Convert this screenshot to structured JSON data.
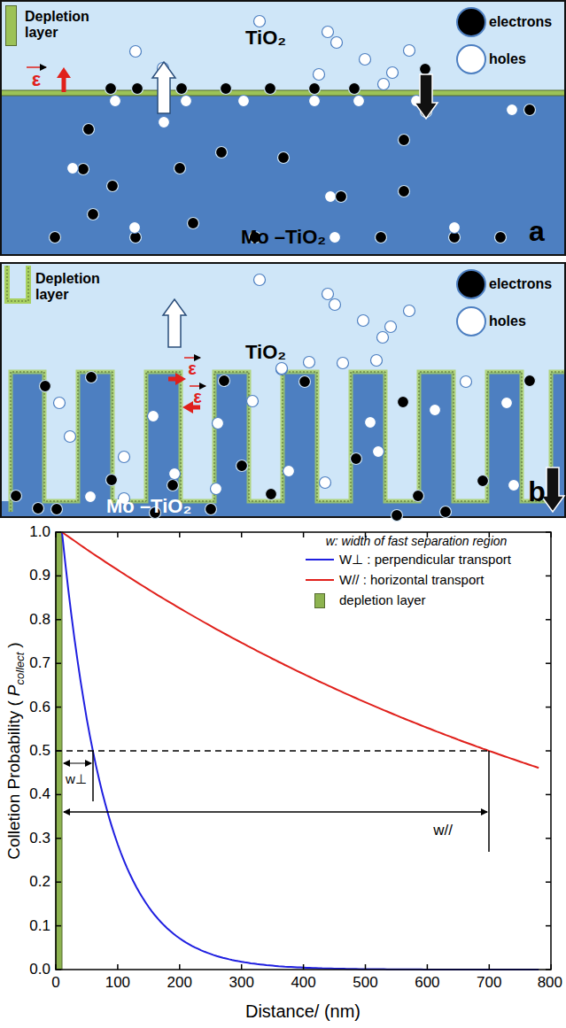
{
  "diagram": {
    "labels": [
      "TiO₂",
      "Mo –TiO₂",
      "ε",
      "a",
      "TiO₂",
      "Mo –TiO₂",
      "ε",
      "ε",
      "b",
      "w: width of fast separation region",
      "Colletion Probability (",
      "P",
      "collect",
      ")",
      "Distance/ (nm)",
      "0",
      "100",
      "200",
      "300",
      "400",
      "500",
      "600",
      "700",
      "800",
      "0.0",
      "0.1",
      "0.2",
      "0.3",
      "0.4",
      "0.5",
      "0.6",
      "0.7",
      "0.8",
      "0.9",
      "1.0",
      "w⊥",
      "w//"
    ],
    "legend": [
      {
        "text": "Depletion layer",
        "color": "#9cc257"
      },
      {
        "text": "electrons"
      },
      {
        "text": "holes"
      },
      {
        "text": "Depletion layer"
      },
      {
        "text": "electrons"
      },
      {
        "text": "holes"
      },
      {
        "text": "W⊥ : perpendicular transport"
      },
      {
        "text": "W// : horizontal transport"
      },
      {
        "text": "depletion layer",
        "color": "#8db350"
      }
    ]
  }
}
